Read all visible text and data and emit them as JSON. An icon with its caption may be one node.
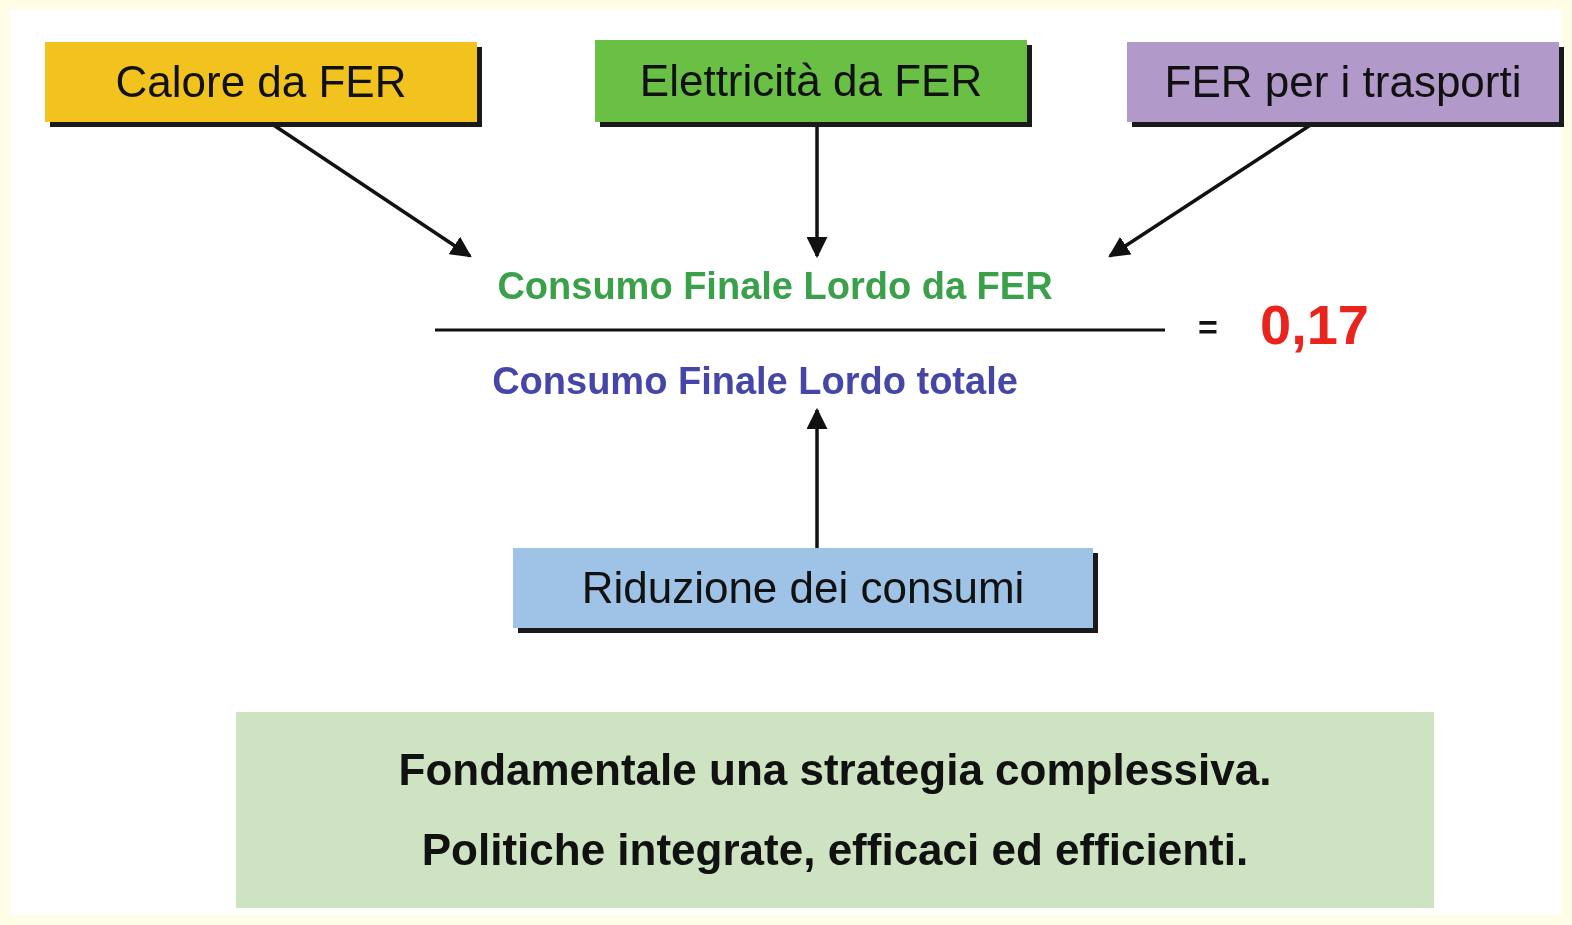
{
  "diagram": {
    "nodes": [
      {
        "text": [
          "Calore da FER"
        ]
      },
      {
        "text": [
          "Elettricità da FER"
        ]
      },
      {
        "text": [
          "FER per i trasporti"
        ]
      },
      {
        "text": [
          "Consumo Finale Lordo da FER"
        ]
      },
      {
        "text": [
          "Consumo Finale Lordo totale"
        ]
      },
      {
        "text": [
          "Riduzione dei consumi"
        ]
      },
      {
        "text": [
          "Fondamentale una strategia complessiva.",
          "Politiche integrate, efficaci ed efficienti."
        ]
      }
    ],
    "edges": [
      {
        "from": 0,
        "to": 3,
        "arrow": "to"
      },
      {
        "from": 1,
        "to": 3,
        "arrow": "to"
      },
      {
        "from": 2,
        "to": 3,
        "arrow": "to"
      },
      {
        "from": 5,
        "to": 4,
        "arrow": "to"
      }
    ],
    "labels": [
      "=",
      "0,17"
    ]
  }
}
